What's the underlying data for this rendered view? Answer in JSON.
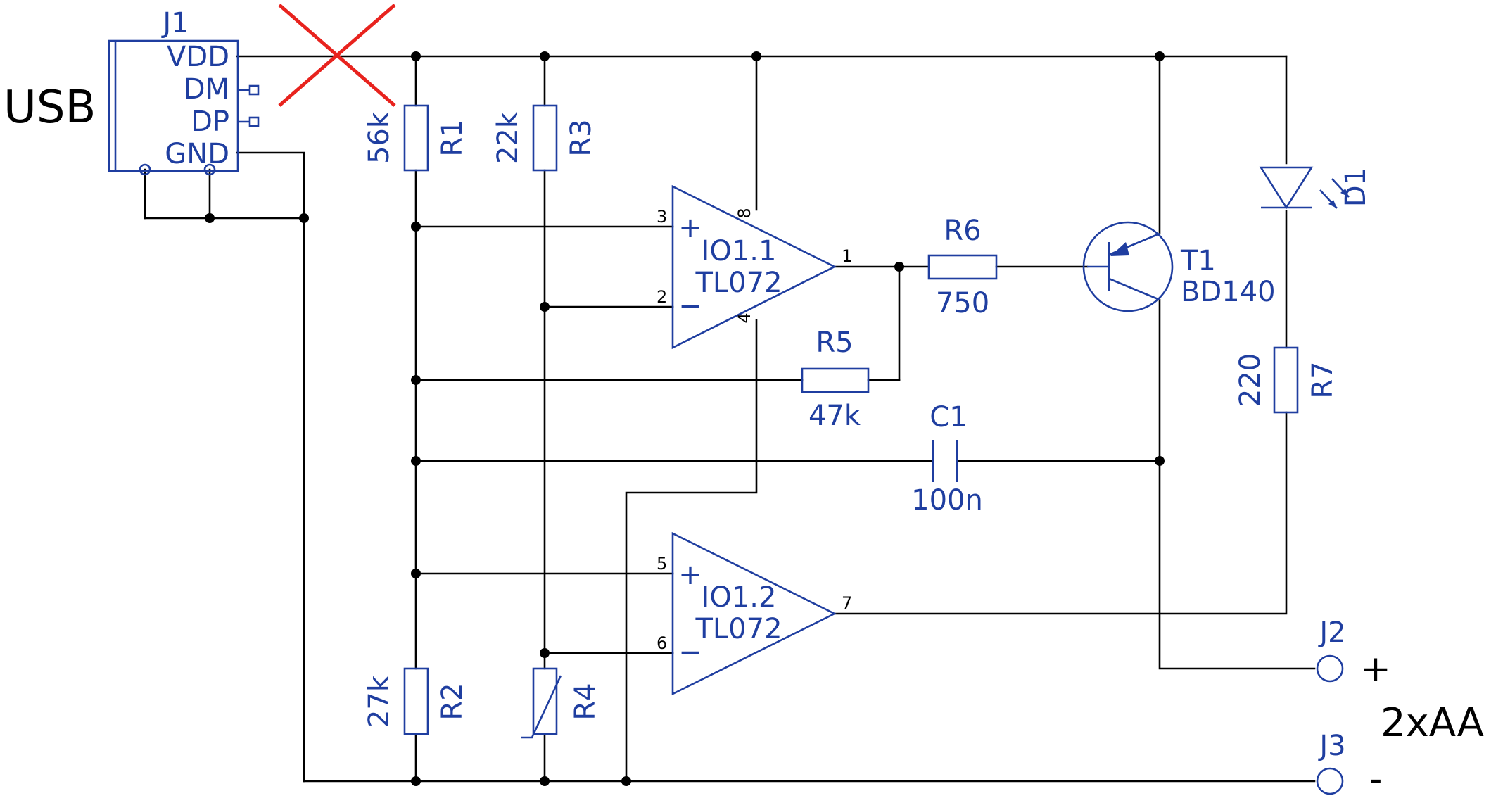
{
  "connector_j1": {
    "ref": "J1",
    "usb": "USB",
    "pins": [
      "VDD",
      "DM",
      "DP",
      "GND"
    ]
  },
  "resistors": {
    "r1": {
      "ref": "R1",
      "value": "56k"
    },
    "r2": {
      "ref": "R2",
      "value": "27k"
    },
    "r3": {
      "ref": "R3",
      "value": "22k"
    },
    "r4": {
      "ref": "R4"
    },
    "r5": {
      "ref": "R5",
      "value": "47k"
    },
    "r6": {
      "ref": "R6",
      "value": "750"
    },
    "r7": {
      "ref": "R7",
      "value": "220"
    }
  },
  "capacitor": {
    "ref": "C1",
    "value": "100n"
  },
  "opamp1": {
    "ref": "IO1.1",
    "part": "TL072",
    "pin_plus": "3",
    "pin_minus": "2",
    "pin_out": "1",
    "pin_vcc": "8",
    "pin_gnd": "4"
  },
  "opamp2": {
    "ref": "IO1.2",
    "part": "TL072",
    "pin_plus": "5",
    "pin_minus": "6",
    "pin_out": "7"
  },
  "transistor": {
    "ref": "T1",
    "part": "BD140"
  },
  "led": {
    "ref": "D1"
  },
  "jack_plus": {
    "ref": "J2",
    "sign": "+"
  },
  "jack_minus": {
    "ref": "J3",
    "sign": "-"
  },
  "battery": {
    "label": "2xAA"
  },
  "signs": {
    "plus": "+",
    "minus": "−"
  },
  "colors": {
    "components": "#1f3ea0",
    "wires": "#000000",
    "cross": "#e8231e"
  }
}
